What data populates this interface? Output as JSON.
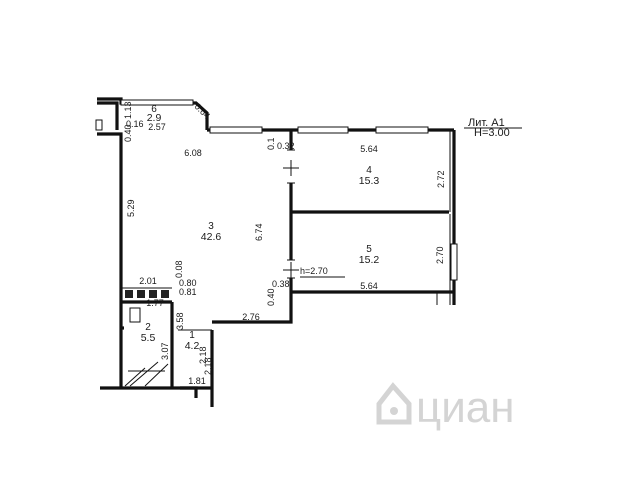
{
  "header": {
    "liter": "Лит. А1",
    "height": "Н=3.00"
  },
  "rooms": [
    {
      "number": "6",
      "area": "2.9"
    },
    {
      "number": "3",
      "area": "42.6"
    },
    {
      "number": "4",
      "area": "15.3"
    },
    {
      "number": "5",
      "area": "15.2"
    },
    {
      "number": "2",
      "area": "5.5"
    },
    {
      "number": "1",
      "area": "4.2"
    }
  ],
  "dimensions": {
    "balcony_width": "2.57",
    "balcony_left_a": "1.13",
    "balcony_left_b": "0.40",
    "balcony_left_c": "0.16",
    "balcony_corner": "0.64",
    "hall_top": "6.08",
    "hall_left": "5.29",
    "hall_right": "6.74",
    "partition_top": "0.1",
    "partition_a": "0.32",
    "room4_width": "5.64",
    "room4_height": "2.72",
    "room5_width": "5.64",
    "room5_height": "2.70",
    "ceiling_height": "h=2.70",
    "col_a": "0.38",
    "col_b": "0.40",
    "bath_top": "2.01",
    "bath_a": "0.08",
    "bath_b": "0.80",
    "bath_c": "0.81",
    "bath_inner": "1.77",
    "step_width": "2.76",
    "bath_v1": "3.58",
    "bath_v2": "3.07",
    "corr_height": "2.18",
    "corr_v": "2.18",
    "corr_bottom": "1.81"
  },
  "watermark": {
    "text": "циан"
  }
}
